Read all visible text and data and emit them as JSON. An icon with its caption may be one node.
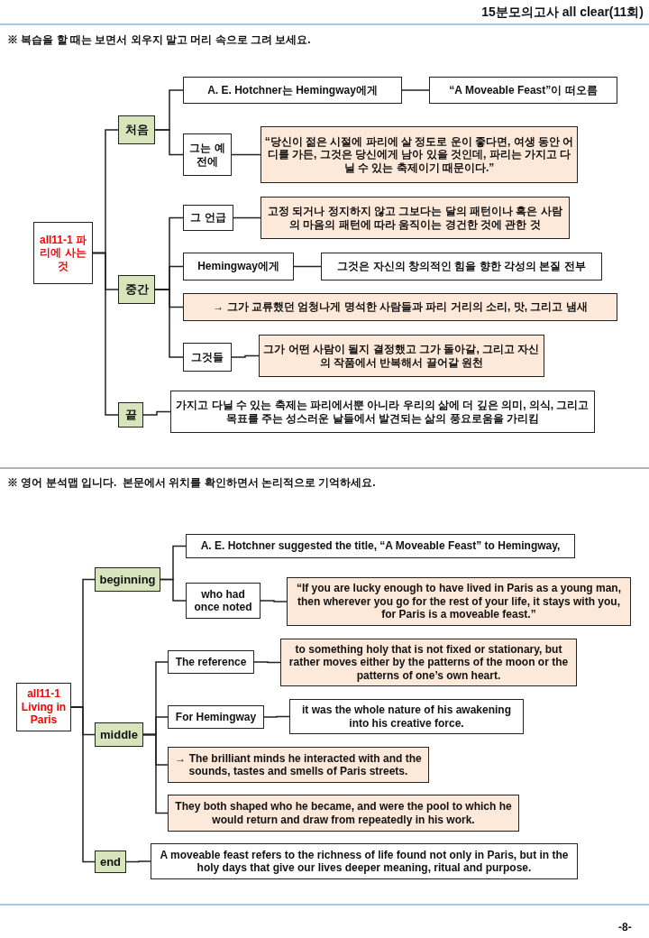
{
  "diagram": {
    "title": "15분모의고사 all clear(11회)",
    "nodes": [
      {
        "text": [
          "all11-1 파리에 사는 것"
        ]
      },
      {
        "text": [
          "처음"
        ]
      },
      {
        "text": [
          "A. E. Hotchner는 Hemingway에게"
        ]
      },
      {
        "text": [
          "“A Moveable Feast”이 떠오름"
        ]
      },
      {
        "text": [
          "그는 예전에"
        ]
      },
      {
        "text": [
          "“당신이 젊은 시절에 파리에 살 정도로 운이 좋다면, 여생 동안 어디를 가든, 그것은 당신에게 남아 있을 것인데, 파리는 가지고 다닐 수 있는 축제이기 때문이다.”"
        ]
      },
      {
        "text": [
          "중간"
        ]
      },
      {
        "text": [
          "그 언급"
        ]
      },
      {
        "text": [
          "고정 되거나 정지하지 않고 그보다는 달의 패턴이나 혹은 사람의 마음의 패턴에 따라 움직이는 경건한 것에 관한 것"
        ]
      },
      {
        "text": [
          "Hemingway에게"
        ]
      },
      {
        "text": [
          "그것은 자신의 창의적인 힘을 향한 각성의 본질 전부"
        ]
      },
      {
        "text": [
          "→ 그가 교류했던 엄청나게 명석한 사람들과 파리 거리의 소리, 맛, 그리고 냄새"
        ]
      },
      {
        "text": [
          "그것들"
        ]
      },
      {
        "text": [
          "그가 어떤 사람이 될지 결정했고 그가 돌아갈, 그리고 자신의 작품에서 반복해서 끌어갈 원천"
        ]
      },
      {
        "text": [
          "끝"
        ]
      },
      {
        "text": [
          "가지고 다닐 수 있는 축제는 파리에서뿐 아니라 우리의 삶에 더 깊은 의미, 의식, 그리고 목표를 주는 성스러운 날들에서 발견되는 삶의 풍요로움을 가리킴"
        ]
      },
      {
        "text": [
          "all11-1 Living in Paris"
        ]
      },
      {
        "text": [
          "beginning"
        ]
      },
      {
        "text": [
          "A. E. Hotchner suggested the title, “A Moveable Feast” to Hemingway,"
        ]
      },
      {
        "text": [
          "who had once noted"
        ]
      },
      {
        "text": [
          "“If you are lucky enough to have lived in Paris as a young man, then wherever you go for the rest of your life, it stays with you, for Paris is a moveable feast.”"
        ]
      },
      {
        "text": [
          "middle"
        ]
      },
      {
        "text": [
          "The reference"
        ]
      },
      {
        "text": [
          "to something holy that is not fixed or stationary, but rather moves either by the patterns of the moon or the patterns of one’s own heart."
        ]
      },
      {
        "text": [
          "For Hemingway"
        ]
      },
      {
        "text": [
          "it was the whole nature of his awakening into his creative force."
        ]
      },
      {
        "text": [
          "→ The brilliant minds he interacted with and the sounds, tastes and smells of Paris streets."
        ]
      },
      {
        "text": [
          "They both shaped who he became, and were the pool to which he would return and draw from repeatedly in his work."
        ]
      },
      {
        "text": [
          "end"
        ]
      },
      {
        "text": [
          "A moveable feast refers to the richness of life found not only in Paris, but in the holy days that give our lives deeper meaning, ritual and purpose."
        ]
      }
    ],
    "edges": [
      {
        "from": 0,
        "to": 1,
        "arrow": "none"
      },
      {
        "from": 0,
        "to": 6,
        "arrow": "none"
      },
      {
        "from": 0,
        "to": 14,
        "arrow": "none"
      },
      {
        "from": 1,
        "to": 2,
        "arrow": "none"
      },
      {
        "from": 1,
        "to": 4,
        "arrow": "none"
      },
      {
        "from": 2,
        "to": 3,
        "arrow": "none"
      },
      {
        "from": 4,
        "to": 5,
        "arrow": "none"
      },
      {
        "from": 6,
        "to": 7,
        "arrow": "none"
      },
      {
        "from": 6,
        "to": 9,
        "arrow": "none"
      },
      {
        "from": 6,
        "to": 11,
        "arrow": "none"
      },
      {
        "from": 6,
        "to": 12,
        "arrow": "none"
      },
      {
        "from": 7,
        "to": 8,
        "arrow": "none"
      },
      {
        "from": 9,
        "to": 10,
        "arrow": "none"
      },
      {
        "from": 12,
        "to": 13,
        "arrow": "none"
      },
      {
        "from": 14,
        "to": 15,
        "arrow": "none"
      },
      {
        "from": 16,
        "to": 17,
        "arrow": "none"
      },
      {
        "from": 16,
        "to": 21,
        "arrow": "none"
      },
      {
        "from": 16,
        "to": 28,
        "arrow": "none"
      },
      {
        "from": 17,
        "to": 18,
        "arrow": "none"
      },
      {
        "from": 17,
        "to": 19,
        "arrow": "none"
      },
      {
        "from": 19,
        "to": 20,
        "arrow": "none"
      },
      {
        "from": 21,
        "to": 22,
        "arrow": "none"
      },
      {
        "from": 21,
        "to": 24,
        "arrow": "none"
      },
      {
        "from": 21,
        "to": 26,
        "arrow": "none"
      },
      {
        "from": 21,
        "to": 27,
        "arrow": "none"
      },
      {
        "from": 22,
        "to": 23,
        "arrow": "none"
      },
      {
        "from": 24,
        "to": 25,
        "arrow": "none"
      },
      {
        "from": 28,
        "to": 29,
        "arrow": "none"
      }
    ],
    "labels": [
      "※ 복습을 할 때는 보면서 외우지 말고 머리 속으로 그려 보세요.",
      "※ 영어 분석맵 입니다.  본문에서 위치를 확인하면서 논리적으로 기억하세요.",
      "-8-"
    ]
  }
}
